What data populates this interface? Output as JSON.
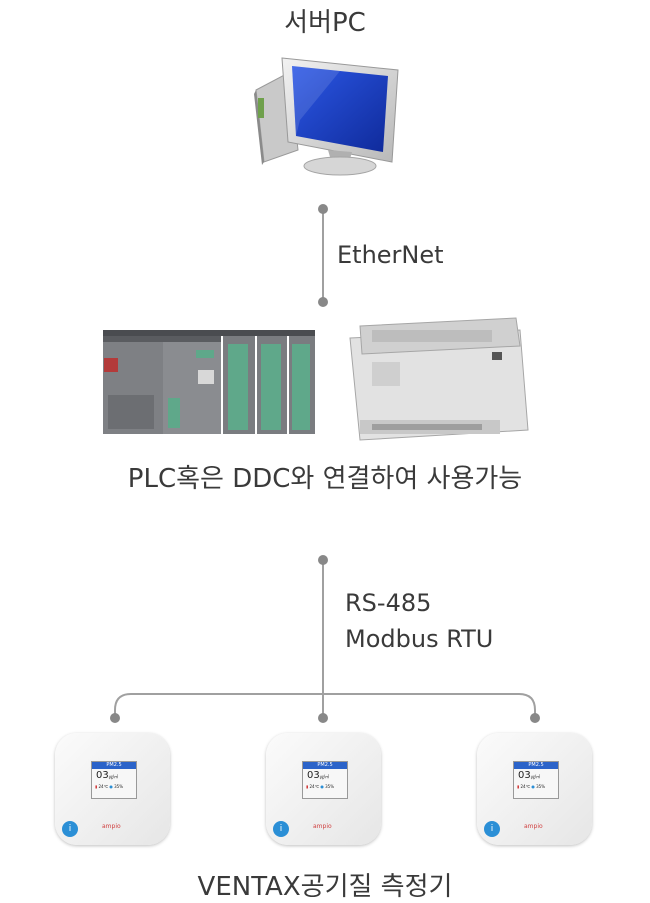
{
  "server": {
    "title": "서버PC"
  },
  "link_top": {
    "label": "EtherNet"
  },
  "controllers": {
    "caption": "PLC혹은 DDC와 연결하여 사용가능"
  },
  "link_bottom": {
    "line1": "RS-485",
    "line2": "Modbus RTU"
  },
  "sensors": {
    "caption": "VENTAX공기질 측정기",
    "display": {
      "metric": "PM2.5",
      "value": "03",
      "unit": "㎍/㎥",
      "temp": "24℃",
      "humidity": "35%"
    },
    "brand": "ampio"
  },
  "colors": {
    "line": "#a0a0a0",
    "dot": "#888888",
    "screen": "#1a3fc4",
    "plc": "#7e8084",
    "plc_green": "#5fa88a"
  }
}
